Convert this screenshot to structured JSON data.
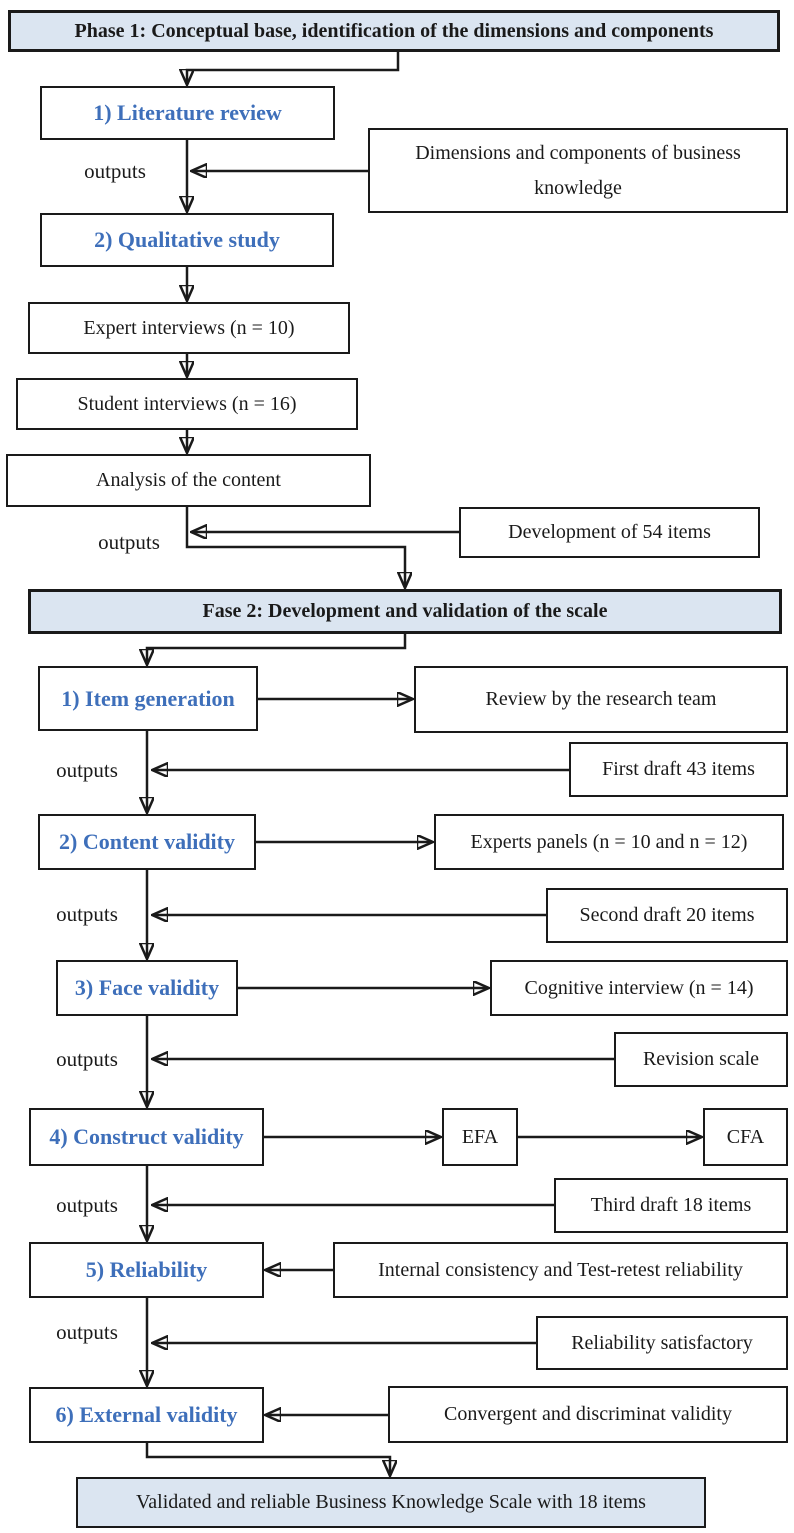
{
  "colors": {
    "header_bg": "#dbe5f1",
    "box_border": "#1a1a1a",
    "step_blue": "#3e6fba",
    "text": "#1a1a1a",
    "box_bg": "#ffffff"
  },
  "phase1": {
    "header": "Phase 1: Conceptual base, identification of the dimensions and components",
    "step_literature": "1) Literature review",
    "output_label_1": "outputs",
    "side_dimensions": "Dimensions and components of business knowledge",
    "step_qualitative": "2) Qualitative study",
    "box_expert_interviews": "Expert interviews (n = 10)",
    "box_student_interviews": "Student interviews (n = 16)",
    "box_analysis": "Analysis of the content",
    "output_label_2": "outputs",
    "side_development": "Development of 54 items"
  },
  "phase2": {
    "header": "Fase 2: Development and validation of the scale",
    "step_item_generation": "1) Item generation",
    "side_review_team": "Review by the research team",
    "output_label_1": "outputs",
    "side_first_draft": "First draft 43 items",
    "step_content_validity": "2) Content validity",
    "side_experts_panels": "Experts panels (n = 10 and n = 12)",
    "output_label_2": "outputs",
    "side_second_draft": "Second draft 20 items",
    "step_face_validity": "3) Face validity",
    "side_cognitive_interview": "Cognitive interview (n = 14)",
    "output_label_3": "outputs",
    "side_revision_scale": "Revision scale",
    "step_construct_validity": "4) Construct validity",
    "box_efa": "EFA",
    "box_cfa": "CFA",
    "output_label_4": "outputs",
    "side_third_draft": "Third draft 18 items",
    "step_reliability": "5) Reliability",
    "side_internal_consistency": "Internal consistency and Test-retest reliability",
    "output_label_5": "outputs",
    "side_reliability_satisfactory": "Reliability satisfactory",
    "step_external_validity": "6) External validity",
    "side_convergent": "Convergent and discriminat validity",
    "final_box": "Validated and reliable Business Knowledge Scale with 18 items"
  }
}
